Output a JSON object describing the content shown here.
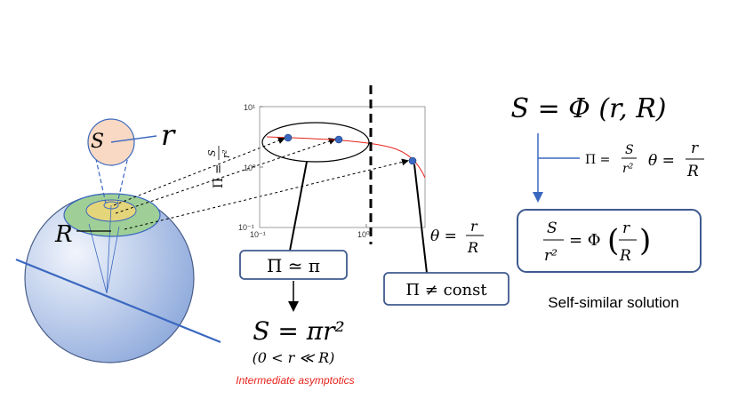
{
  "sphere": {
    "label_S": "S",
    "label_r": "r",
    "label_R": "R"
  },
  "plot": {
    "y_axis": {
      "label_lhs": "Π",
      "label_eq": "=",
      "label_num": "S",
      "label_den": "r²",
      "ticks": [
        "10¹",
        "10⁰",
        "10⁻¹"
      ]
    },
    "x_axis": {
      "ticks": [
        "10⁻¹",
        "10⁰"
      ],
      "label_lhs": "θ =",
      "label_num": "r",
      "label_den": "R"
    }
  },
  "boxes": {
    "pi_approx": "Π ≃ π",
    "pi_not_const": "Π ≠ const"
  },
  "bottom": {
    "area_formula": "S = πr²",
    "range": "(0 < r ≪ R)",
    "caption": "Intermediate asymptotics",
    "caption_color": "#e8221b"
  },
  "right": {
    "main_formula": "S = Φ (r, R)",
    "pi_lhs": "Π =",
    "pi_num": "S",
    "pi_den": "r²",
    "theta_lhs": "θ =",
    "theta_num": "r",
    "theta_den": "R",
    "result_num": "S",
    "result_den": "r²",
    "result_mid": "= Φ",
    "result_frac_num": "r",
    "result_frac_den": "R",
    "solution_label": "Self-similar solution"
  },
  "colors": {
    "accent_blue": "#3a68c0",
    "curve_red": "#e8221b",
    "box_border": "#3f5a8f"
  }
}
